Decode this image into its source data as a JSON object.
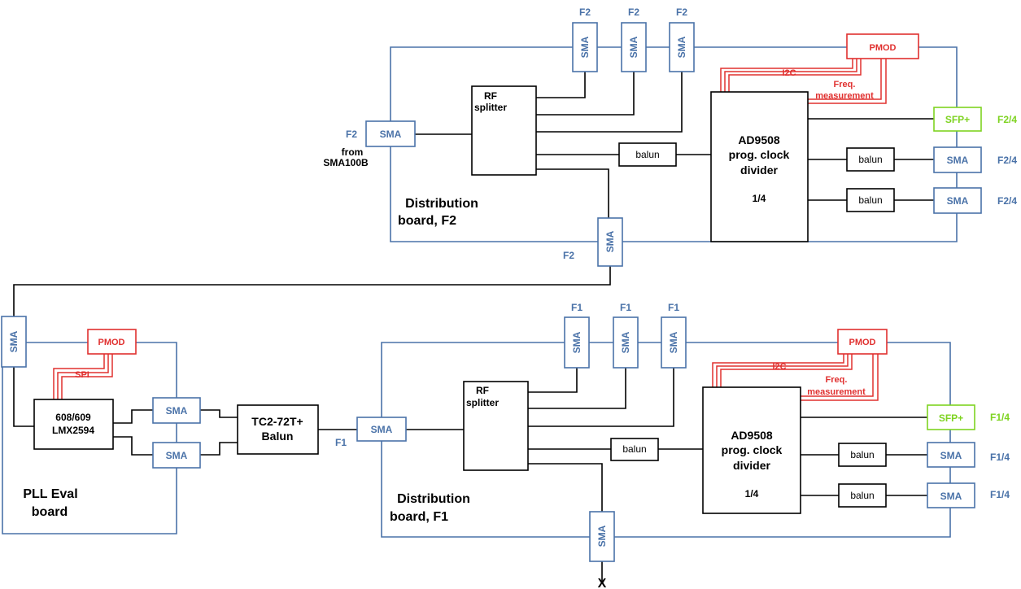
{
  "labels": {
    "sma": "SMA",
    "pmod": "PMOD",
    "sfp": "SFP+",
    "balun": "balun",
    "i2c": "I2C",
    "spi": "SPI",
    "freq1": "Freq.",
    "freq2": "measurement",
    "rf1": "RF",
    "rf2": "splitter",
    "ad1": "AD9508",
    "ad2": "prog. clock",
    "ad3": "divider",
    "ratio": "1/4",
    "f2": "F2",
    "f1": "F1",
    "f2_4": "F2/4",
    "f1_4": "F1/4",
    "from": "from",
    "source": "SMA100B",
    "dist_f2_1": "Distribution",
    "dist_f2_2": "board, F2",
    "dist_f1_1": "Distribution",
    "dist_f1_2": "board, F1",
    "pll1": "PLL Eval",
    "pll2": "board",
    "lmx1": "608/609",
    "lmx2": "LMX2594",
    "tc1": "TC2-72T+",
    "tc2": "Balun",
    "x": "X"
  },
  "colors": {
    "board_line": "#4a72a8",
    "signal_line": "#000000",
    "control": "#e0302f",
    "sfp": "#7ed321"
  }
}
